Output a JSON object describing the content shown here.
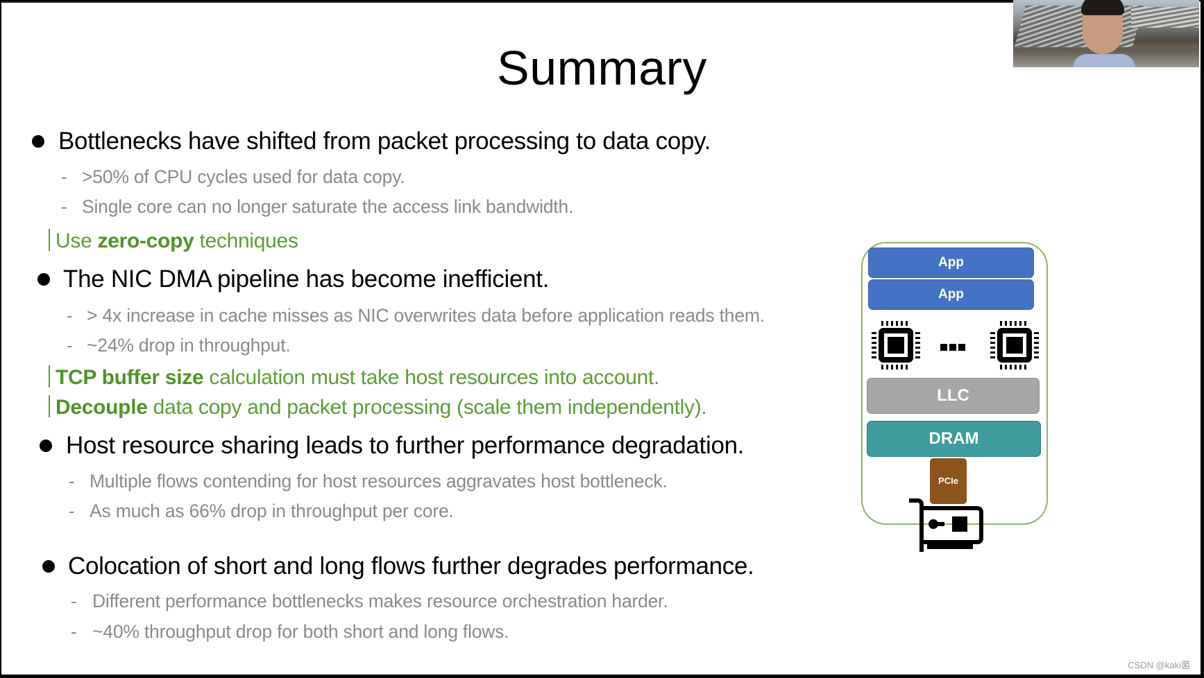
{
  "slide": {
    "title": "Summary",
    "sections": [
      {
        "bullet": "Bottlenecks have shifted from packet processing to data copy.",
        "subs": [
          ">50% of CPU cycles used for data copy.",
          "Single core can no longer saturate the access link bandwidth."
        ],
        "takeaways": [
          {
            "pre": "Use ",
            "bold": "zero-copy",
            "post": " techniques"
          }
        ]
      },
      {
        "bullet": "The NIC DMA pipeline has become inefficient.",
        "subs": [
          "> 4x increase in cache misses as NIC overwrites data before application reads them.",
          "~24% drop in throughput."
        ],
        "takeaways": [
          {
            "pre": "",
            "bold": "TCP buffer size",
            "post": " calculation must take host resources into account."
          },
          {
            "pre": "",
            "bold": "Decouple",
            "post": " data copy and packet processing (scale them independently)."
          }
        ]
      },
      {
        "bullet": "Host resource sharing leads to further performance degradation.",
        "subs": [
          "Multiple flows contending for host resources aggravates host bottleneck.",
          "As much as 66% drop in throughput per core."
        ]
      },
      {
        "bullet": "Colocation of short and long flows further degrades performance.",
        "subs": [
          "Different performance bottlenecks makes resource orchestration harder.",
          "~40% throughput drop for both short and long flows."
        ]
      }
    ],
    "dash": "-"
  },
  "diagram": {
    "app1": "App",
    "app2": "App",
    "ellipsis_icon": "ellipsis-icon",
    "cpu_icon": "cpu-chip-icon",
    "llc": "LLC",
    "dram": "DRAM",
    "pcie": "PCIe",
    "nic_icon": "network-card-icon",
    "colors": {
      "app": "#4472c4",
      "llc": "#a6a6a6",
      "dram": "#3f9c9e",
      "pcie": "#8c531a",
      "border": "#8fb66c"
    }
  },
  "colors": {
    "takeaway_green": "#5a9e34",
    "sub_gray": "#8a8a8a"
  },
  "watermark": "CSDN @kaki菌"
}
